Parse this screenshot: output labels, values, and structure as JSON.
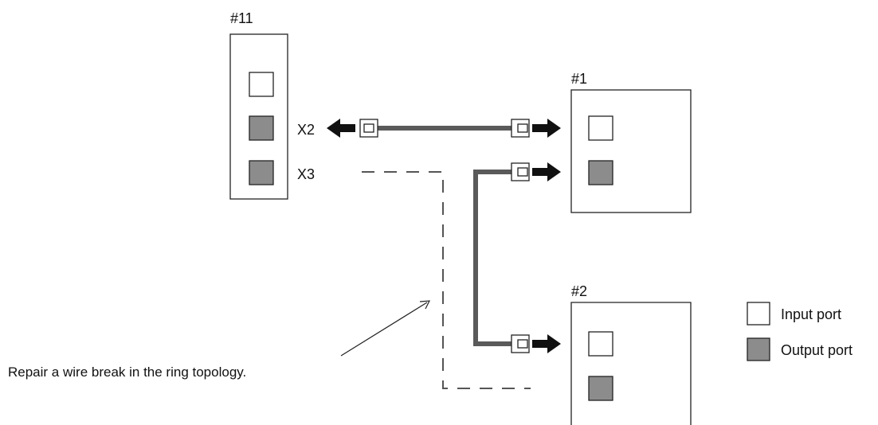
{
  "colors": {
    "line": "#222222",
    "cable": "#5a5a5a",
    "output_fill": "#8c8c8c",
    "input_fill": "#ffffff",
    "arrow": "#111111",
    "dashed": "#555555"
  },
  "units": {
    "u11": {
      "label": "#11"
    },
    "u1": {
      "label": "#1"
    },
    "u2": {
      "label": "#2"
    }
  },
  "ports": {
    "x2": "X2",
    "x3": "X3"
  },
  "legend": {
    "input": "Input port",
    "output": "Output port"
  },
  "note": "Repair a wire break in the ring topology."
}
